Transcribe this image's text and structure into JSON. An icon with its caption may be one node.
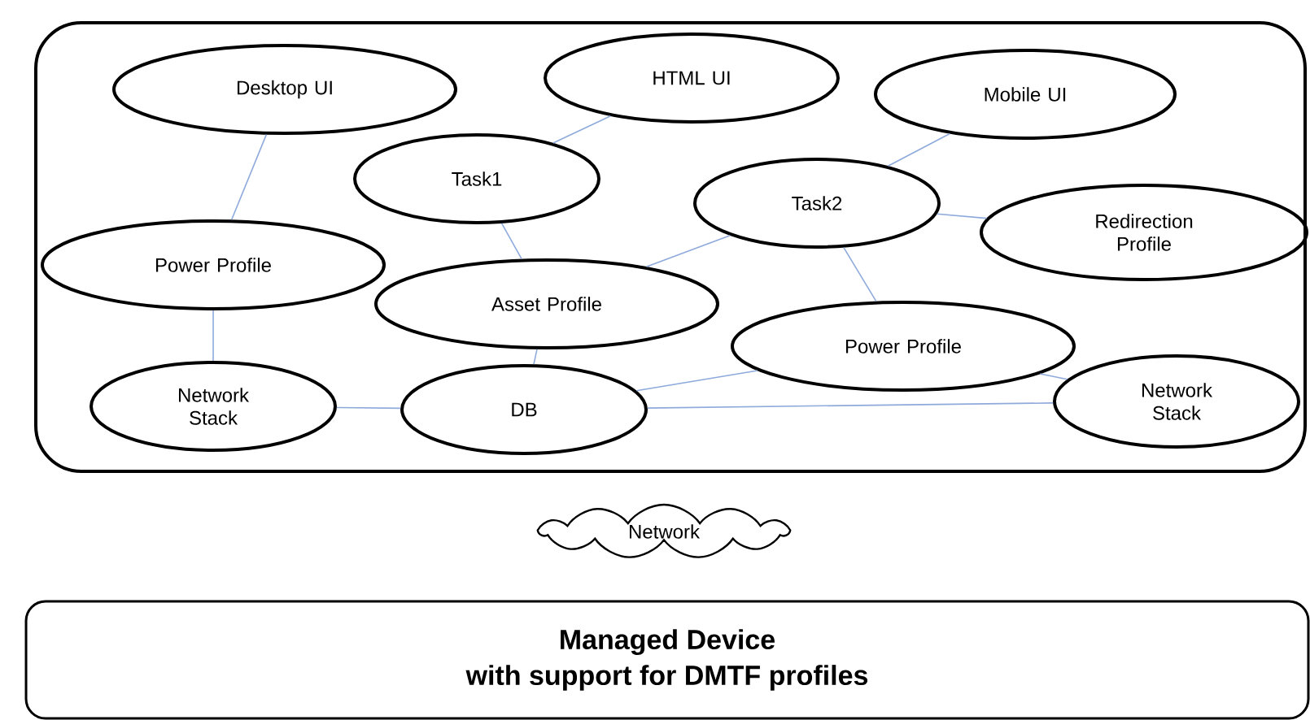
{
  "diagram": {
    "nodes": [
      {
        "text": [],
        "shape": "box"
      },
      {
        "text": [
          "Desktop UI"
        ],
        "in": 0
      },
      {
        "text": [
          "HTML UI"
        ],
        "in": 0
      },
      {
        "text": [
          "Mobile UI"
        ],
        "in": 0
      },
      {
        "text": [
          "Task1"
        ],
        "in": 0
      },
      {
        "text": [
          "Task2"
        ],
        "in": 0
      },
      {
        "text": [
          "Redirection Profile"
        ],
        "in": 0
      },
      {
        "text": [
          "Power Profile"
        ],
        "in": 0
      },
      {
        "text": [
          "Asset Profile"
        ],
        "in": 0
      },
      {
        "text": [
          "Power Profile"
        ],
        "in": 0
      },
      {
        "text": [
          "Network Stack"
        ],
        "in": 0
      },
      {
        "text": [
          "DB"
        ],
        "in": 0
      },
      {
        "text": [
          "Network Stack"
        ],
        "in": 0
      },
      {
        "text": [
          "Network"
        ]
      },
      {
        "text": [
          "Managed Device",
          "with support for DMTF profiles"
        ]
      }
    ],
    "edges": [
      {
        "from": 1,
        "to": 7,
        "arrow": "none"
      },
      {
        "from": 2,
        "to": 4,
        "arrow": "none"
      },
      {
        "from": 3,
        "to": 5,
        "arrow": "none"
      },
      {
        "from": 5,
        "to": 6,
        "arrow": "none"
      },
      {
        "from": 4,
        "to": 8,
        "arrow": "none"
      },
      {
        "from": 5,
        "to": 8,
        "arrow": "none"
      },
      {
        "from": 5,
        "to": 9,
        "arrow": "none"
      },
      {
        "from": 7,
        "to": 10,
        "arrow": "none"
      },
      {
        "from": 8,
        "to": 11,
        "arrow": "none"
      },
      {
        "from": 10,
        "to": 11,
        "arrow": "none"
      },
      {
        "from": 11,
        "to": 9,
        "arrow": "none"
      },
      {
        "from": 11,
        "to": 12,
        "arrow": "none"
      },
      {
        "from": 9,
        "to": 12,
        "arrow": "none"
      }
    ]
  }
}
